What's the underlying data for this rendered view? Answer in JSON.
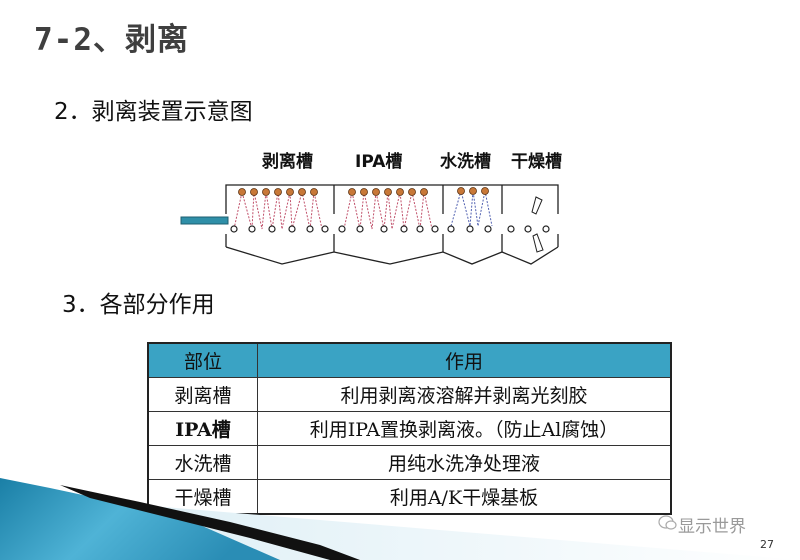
{
  "slide": {
    "title": "7-2、剥离",
    "page_number": "27",
    "watermark": "显示世界"
  },
  "section2": {
    "heading": "2．剥离装置示意图",
    "diagram": {
      "tanks": [
        {
          "label": "剥离槽",
          "nozzles": 7,
          "spray_color": "#c0506a",
          "rollers": 6
        },
        {
          "label": "IPA槽",
          "nozzles": 7,
          "spray_color": "#c0506a",
          "rollers": 6
        },
        {
          "label": "水洗槽",
          "nozzles": 3,
          "spray_color": "#5060b0",
          "rollers": 3
        },
        {
          "label": "干燥槽",
          "nozzles": 0,
          "spray_color": "",
          "rollers": 3,
          "air_knives": 2
        }
      ],
      "nozzle_color": "#c87838",
      "inlet_color": "#2f8fa8"
    }
  },
  "section3": {
    "heading": "3．各部分作用",
    "table": {
      "header_color": "#3aa3c4",
      "columns": [
        "部位",
        "作用"
      ],
      "rows": [
        {
          "part": "剥离槽",
          "role": "利用剥离液溶解并剥离光刻胶"
        },
        {
          "part": "IPA槽",
          "role": "利用IPA置换剥离液。（防止Al腐蚀）"
        },
        {
          "part": "水洗槽",
          "role": "用纯水洗净处理液"
        },
        {
          "part": "干燥槽",
          "role": "利用A/K干燥基板"
        }
      ]
    }
  }
}
